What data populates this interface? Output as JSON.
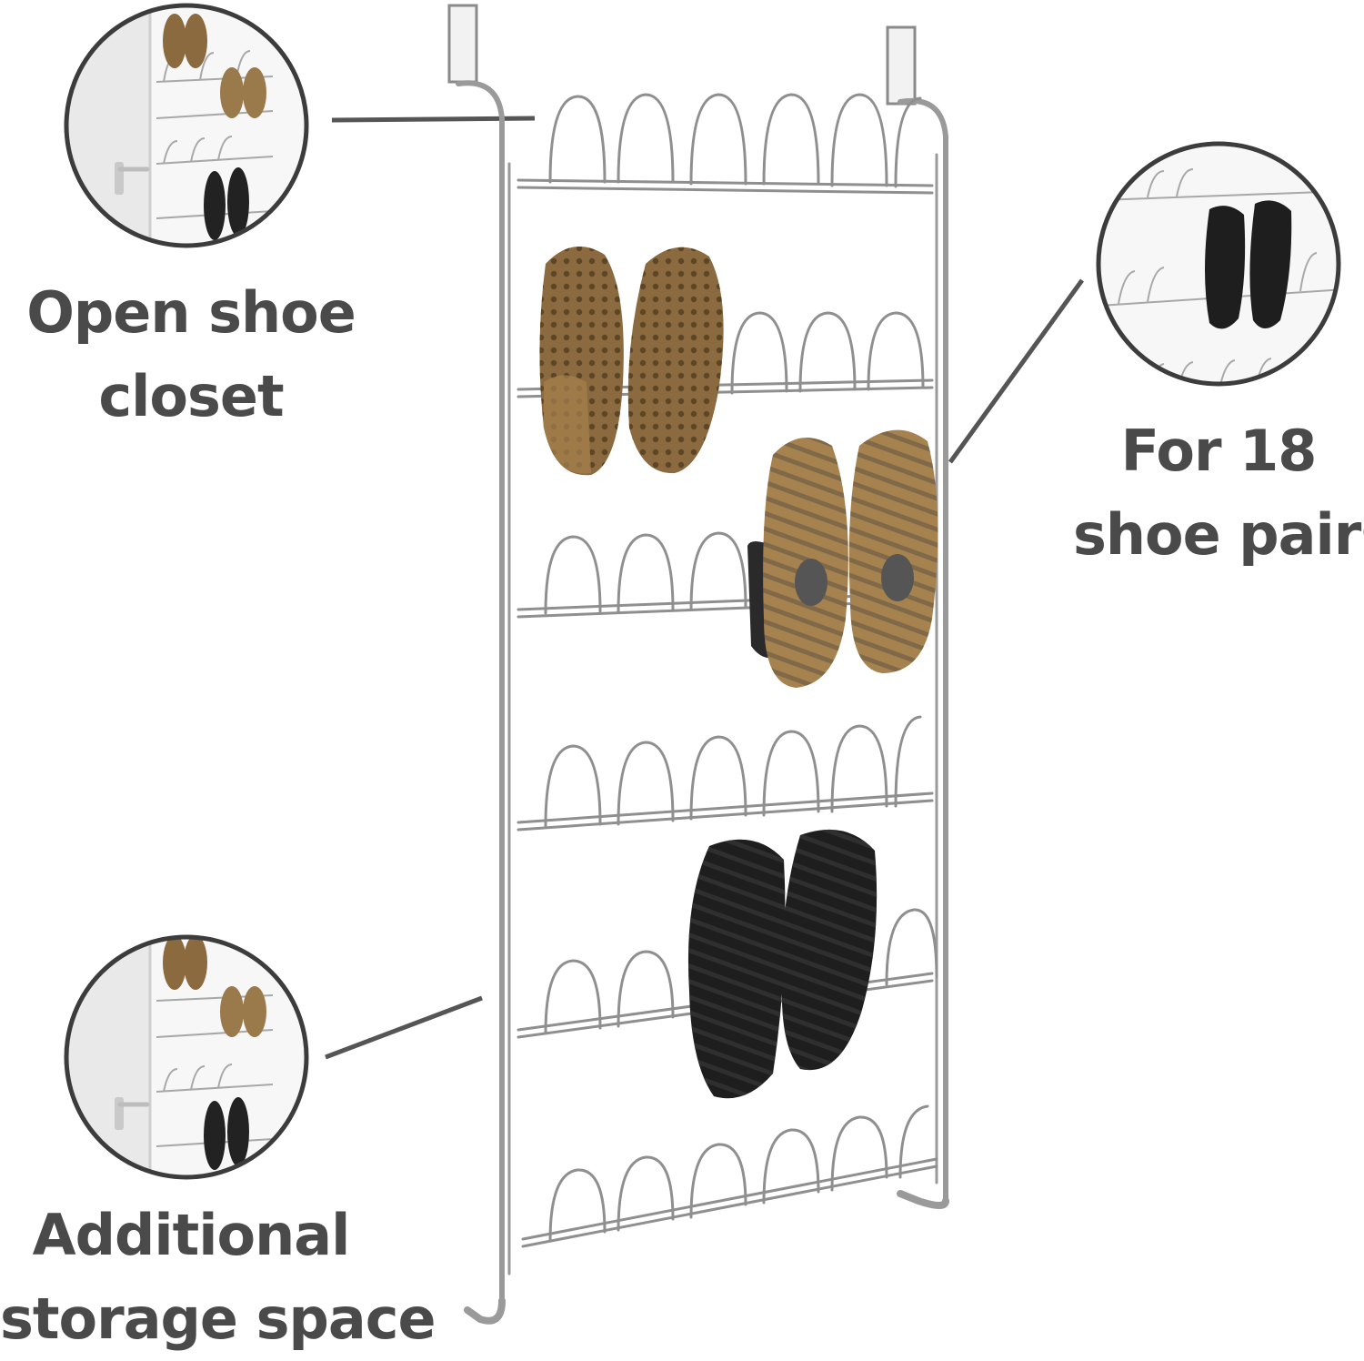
{
  "callouts": {
    "closet": {
      "line1": "Open shoe",
      "line2": "closet"
    },
    "pairs": {
      "line1": "For 18",
      "line2": "shoe pairs"
    },
    "storage": {
      "line1": "Additional",
      "line2": "storage space"
    }
  },
  "colors": {
    "text": "#4a4a4a",
    "chrome": "#9a9a9a",
    "circle_border": "#3c3c3c",
    "shoe_brown": "#8a6a3e",
    "shoe_tan": "#a6824f",
    "shoe_black": "#1e1e1e"
  }
}
